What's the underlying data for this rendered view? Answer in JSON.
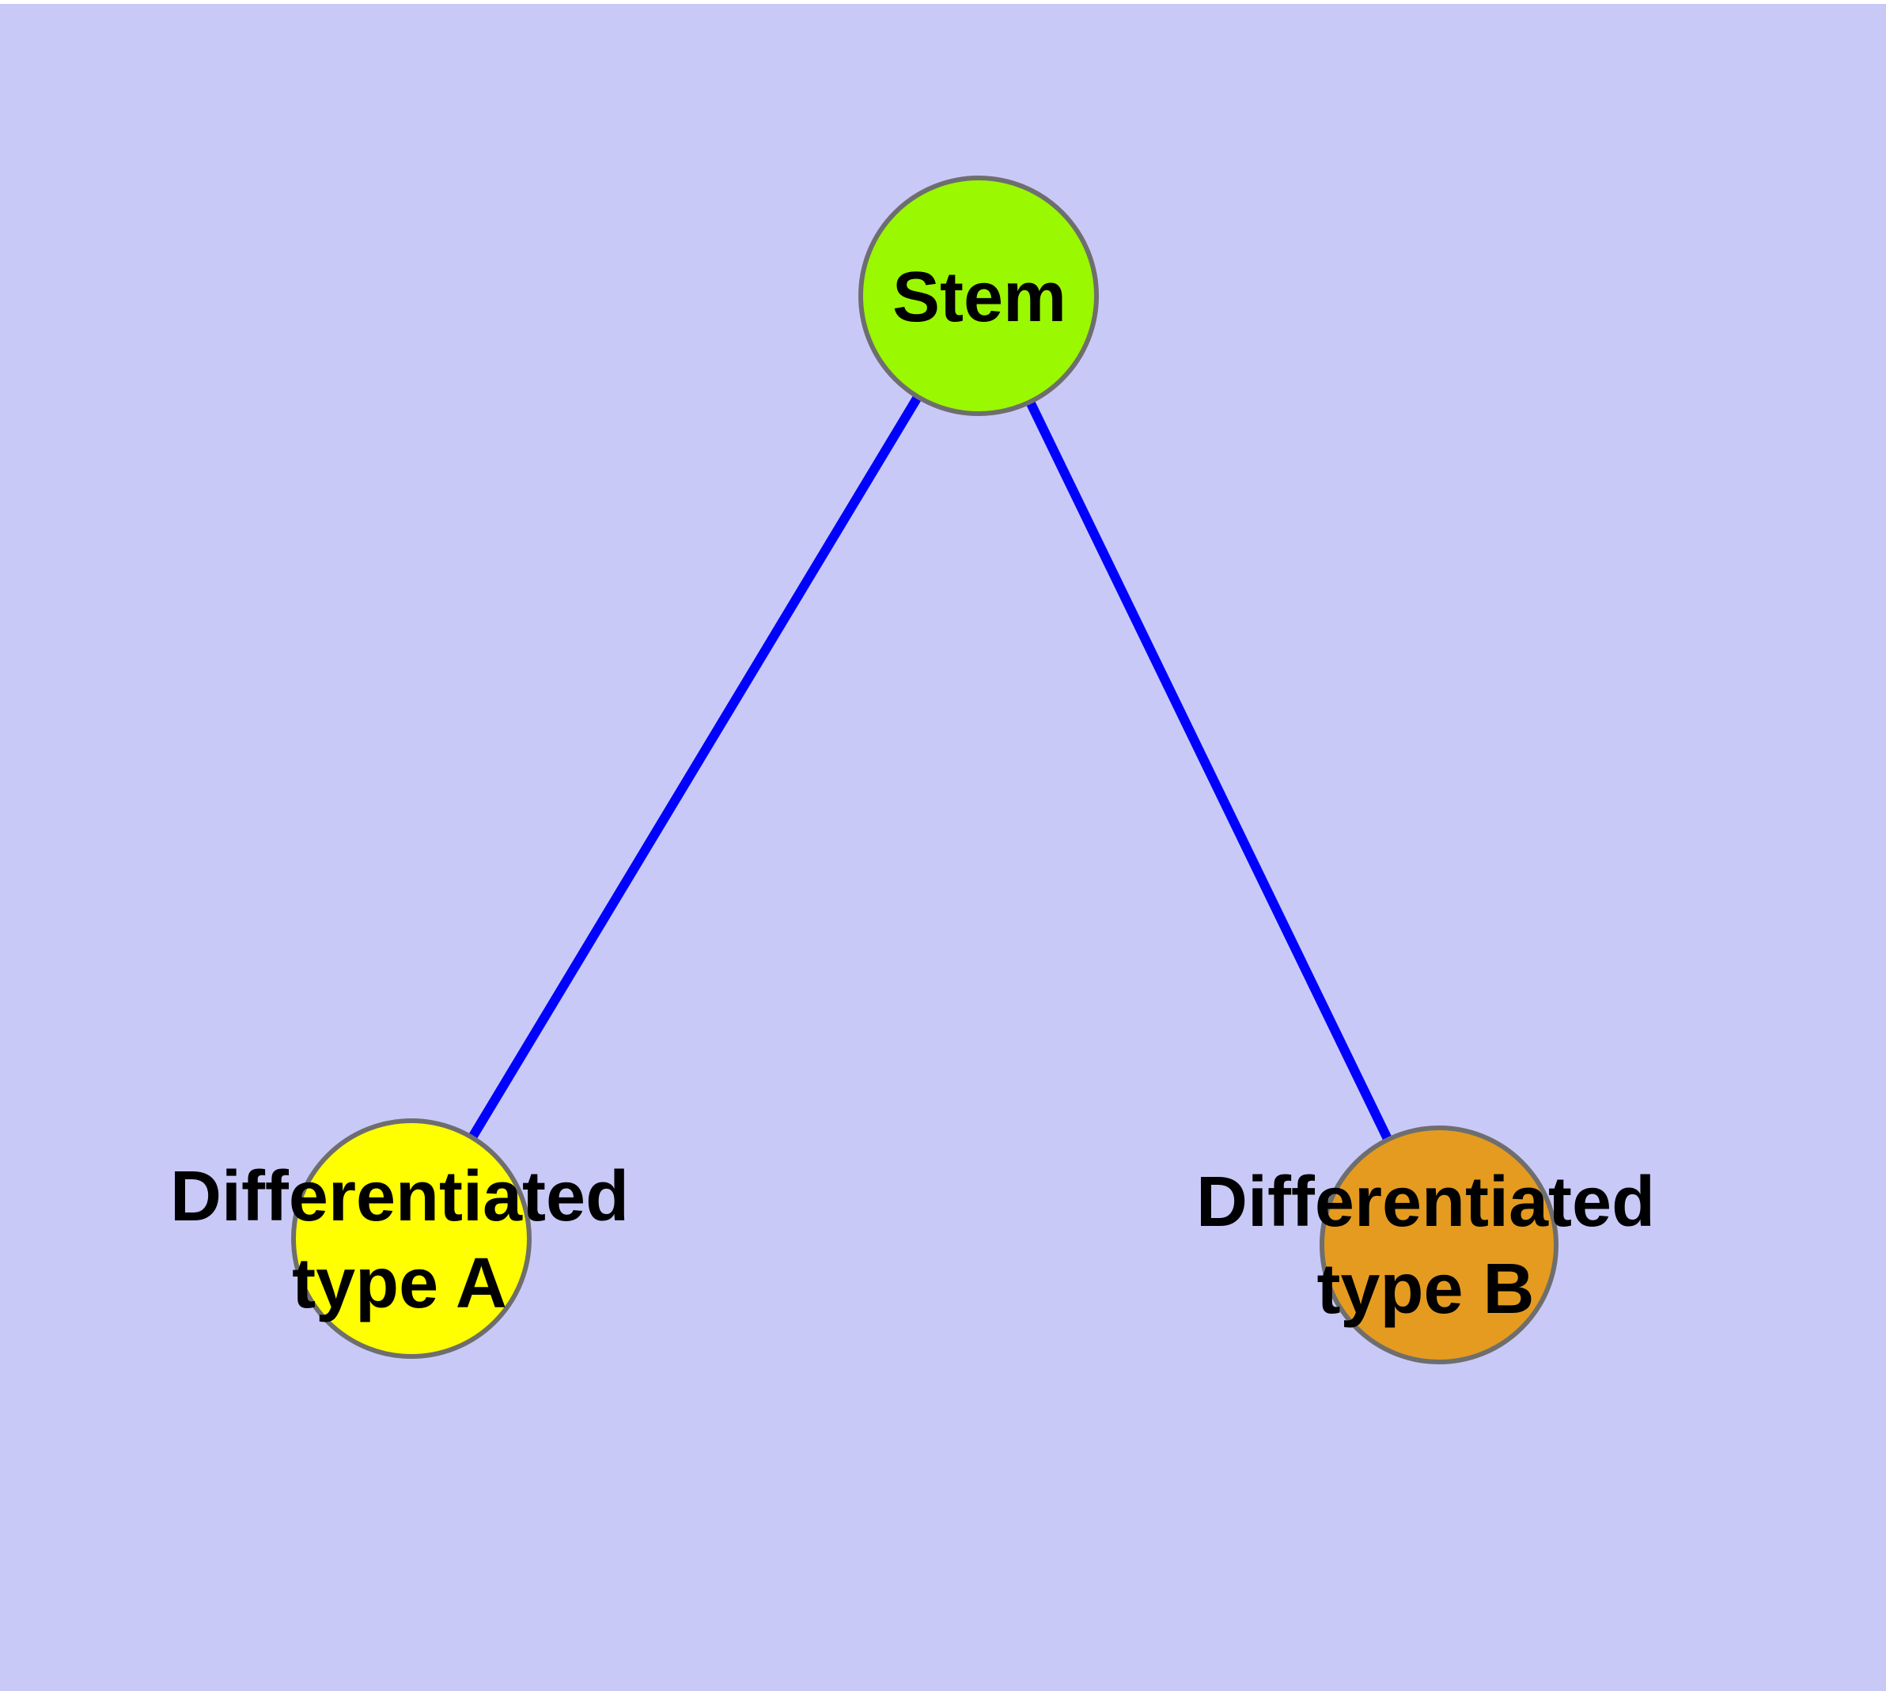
{
  "diagram": {
    "description": "Graph of stem cell differentiation: a Stem node connected by two edges to two differentiated cell-type nodes",
    "background_color": "#c9c9f8",
    "edge_color": "#0000ff",
    "node_border_color": "#6e6e6e",
    "nodes": {
      "stem": {
        "label": "Stem",
        "fill": "#9af800"
      },
      "type_a": {
        "label": "Differentiated type A",
        "line1": "Differentiated",
        "line2": "type A",
        "fill": "#ffff00"
      },
      "type_b": {
        "label": "Differentiated type B",
        "line1": "Differentiated",
        "line2": "type B",
        "fill": "#e59b20"
      }
    },
    "edges": [
      {
        "from": "Stem",
        "to": "Differentiated type A"
      },
      {
        "from": "Stem",
        "to": "Differentiated type B"
      }
    ]
  }
}
